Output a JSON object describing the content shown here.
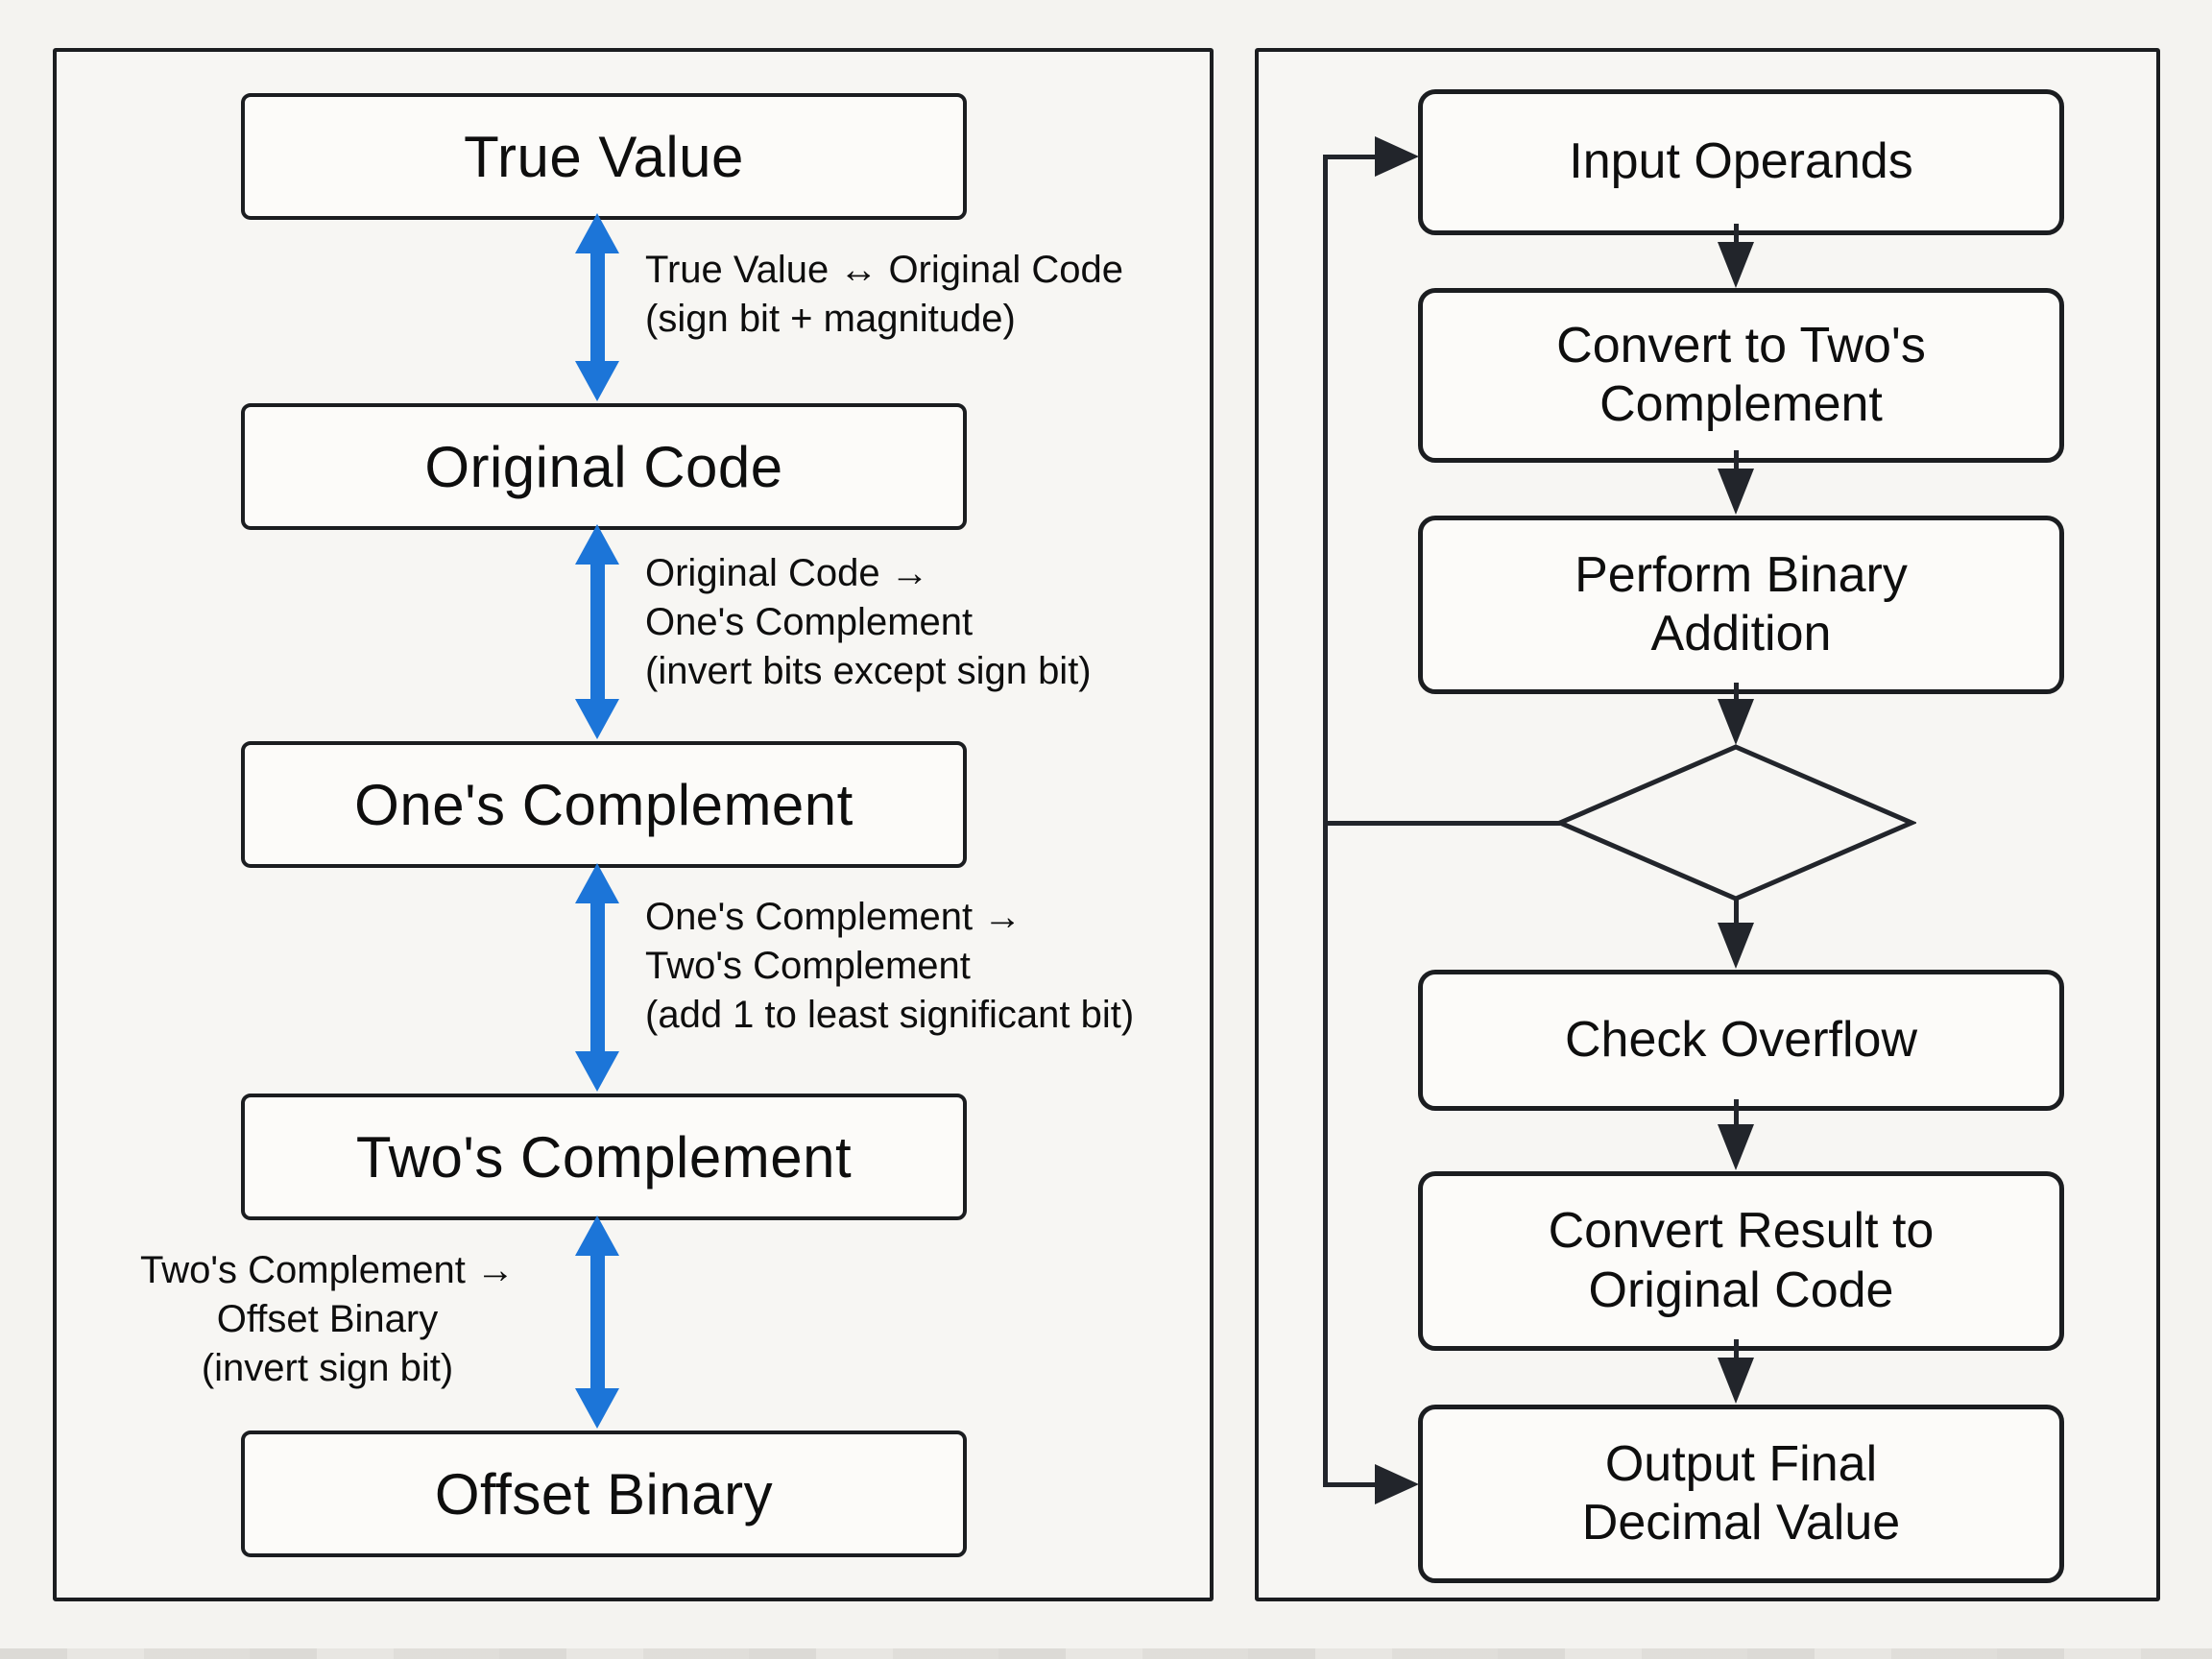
{
  "left_panel": {
    "boxes": [
      "True Value",
      "Original Code",
      "One's Complement",
      "Two's Complement",
      "Offset Binary"
    ],
    "annotations": [
      {
        "lines": [
          "True Value ↔ Original Code",
          "(sign bit + magnitude)"
        ]
      },
      {
        "lines": [
          "Original Code →",
          "One's Complement",
          "(invert bits except sign bit)"
        ]
      },
      {
        "lines": [
          "One's Complement →",
          "Two's Complement",
          "(add 1 to least significant bit)"
        ]
      },
      {
        "lines": [
          "Two's Complement →",
          "Offset Binary",
          "(invert sign bit)"
        ]
      }
    ]
  },
  "right_panel": {
    "boxes": [
      "Input Operands",
      "Convert to Two's\nComplement",
      "Perform Binary\nAddition",
      "Check Overflow",
      "Convert Result to\nOriginal Code",
      "Output Final\nDecimal Value"
    ],
    "decision_label": ""
  },
  "colors": {
    "background": "#f4f3f0",
    "box_fill": "#fcfbf9",
    "border_dark": "#1b1d20",
    "flow_line": "#22252b",
    "accent_blue": "#1c75d8"
  }
}
